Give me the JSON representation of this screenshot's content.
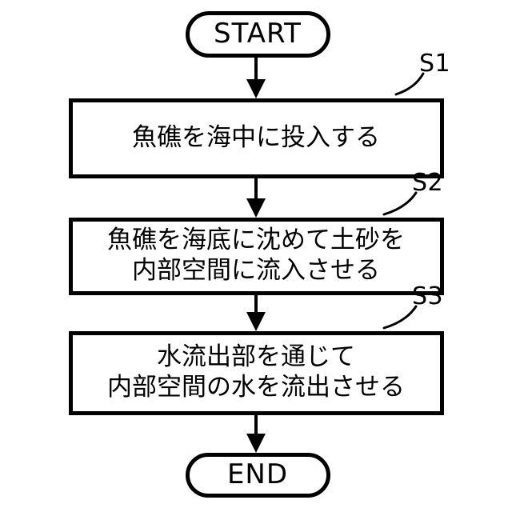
{
  "diagram": {
    "title": "Fish reef installation method flowchart",
    "background_color": "#ffffff",
    "line_color": "#000000",
    "nodes": [
      {
        "id": "start",
        "type": "terminator",
        "label": "START"
      },
      {
        "id": "s1",
        "type": "process",
        "step_tag": "S1",
        "lines": [
          "魚礁を海中に投入する"
        ]
      },
      {
        "id": "s2",
        "type": "process",
        "step_tag": "S2",
        "lines": [
          "魚礁を海底に沈めて土砂を",
          "内部空間に流入させる"
        ]
      },
      {
        "id": "s3",
        "type": "process",
        "step_tag": "S3",
        "lines": [
          "水流出部を通じて",
          "内部空間の水を流出させる"
        ]
      },
      {
        "id": "end",
        "type": "terminator",
        "label": "END"
      }
    ]
  }
}
